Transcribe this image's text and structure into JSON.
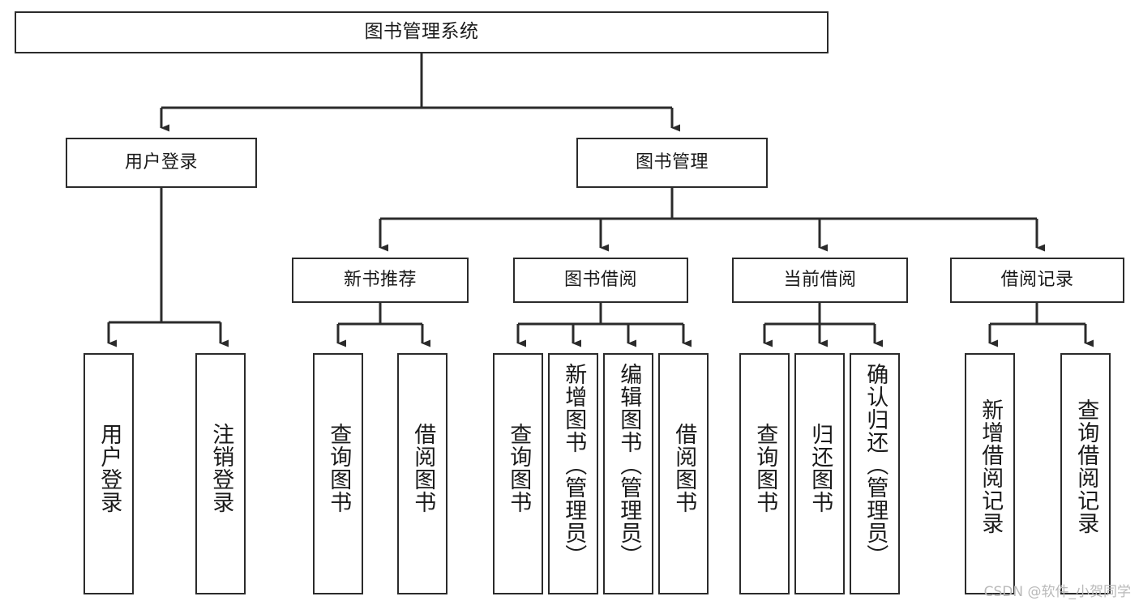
{
  "diagram": {
    "title": "图书管理系统",
    "type": "tree-hierarchy-diagram",
    "colors": {
      "box_border": "#2b2b2b",
      "box_fill": "#ffffff",
      "connector": "#2b2b2b",
      "text": "#1a1a1a",
      "background": "#ffffff",
      "watermark": "#b9b9b9"
    },
    "root": {
      "label": "图书管理系统"
    },
    "level2": [
      {
        "label": "用户登录"
      },
      {
        "label": "图书管理"
      }
    ],
    "level3": [
      {
        "label": "新书推荐"
      },
      {
        "label": "图书借阅"
      },
      {
        "label": "当前借阅"
      },
      {
        "label": "借阅记录"
      }
    ],
    "leaves": [
      {
        "label": "用户登录"
      },
      {
        "label": "注销登录"
      },
      {
        "label": "查询图书"
      },
      {
        "label": "借阅图书"
      },
      {
        "label": "查询图书"
      },
      {
        "label": "新增图书（管理员）"
      },
      {
        "label": "编辑图书（管理员）"
      },
      {
        "label": "借阅图书"
      },
      {
        "label": "查询图书"
      },
      {
        "label": "归还图书"
      },
      {
        "label": "确认归还（管理员）"
      },
      {
        "label": "新增借阅记录"
      },
      {
        "label": "查询借阅记录"
      }
    ],
    "watermark": "CSDN @软件_小贺同学"
  }
}
